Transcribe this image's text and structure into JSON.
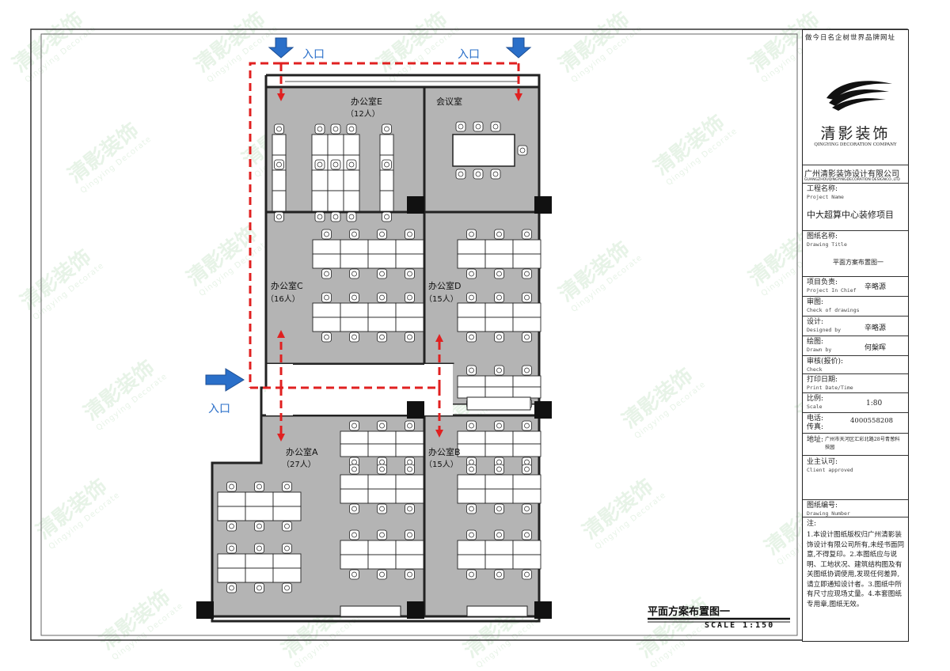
{
  "floorplan": {
    "entrances": [
      "入口",
      "入口",
      "入口"
    ],
    "rooms": {
      "office_e": {
        "name": "办公室E",
        "capacity": "（12人）"
      },
      "meeting": {
        "name": "会议室"
      },
      "office_c": {
        "name": "办公室C",
        "capacity": "（16人）"
      },
      "office_d": {
        "name": "办公室D",
        "capacity": "（15人）"
      },
      "office_a": {
        "name": "办公室A",
        "capacity": "（27人）"
      },
      "office_b": {
        "name": "办公室B",
        "capacity": "（15人）"
      }
    },
    "caption": {
      "title": "平面方案布置图一",
      "scale": "SCALE 1:150"
    },
    "colors": {
      "room_fill": "#b4b4b4",
      "evac_route": "#e02020",
      "entrance_arrow": "#2a6fc9",
      "entrance_text": "#2a6fc9"
    }
  },
  "titleblock": {
    "slogan": "做今日名企树世界品牌网址",
    "brand_name": "清影装饰",
    "brand_en": "QINGYING DECORATION COMPANY",
    "company_cn": "广州清影装饰设计有限公司",
    "company_en": "GUANGZHOUQINGYINGDECORATION DESIGNCO.,LTD",
    "project_name_label": "工程名称:",
    "project_name_en": "Project Name",
    "project_name": "中大超算中心装修项目",
    "drawing_title_label": "图纸名称:",
    "drawing_title_en": "Drawing Title",
    "drawing_title": "平面方案布置图一",
    "chief_label": "项目负责:",
    "chief_en": "Project In Chief",
    "chief": "辛略源",
    "check_label": "审图:",
    "check_en": "Check of drawings",
    "designed_label": "设计:",
    "designed_en": "Designed by",
    "designed": "辛略源",
    "drawn_label": "绘图:",
    "drawn_en": "Drawn by",
    "drawn": "何槃晖",
    "review_label": "审核(报价):",
    "review_en": "Check",
    "print_label": "打印日期:",
    "print_en": "Print Date/Time",
    "scale_label": "比例:",
    "scale_en": "Scale",
    "scale": "1:80",
    "phone_label": "电话:",
    "fax_label": "传真:",
    "phone": "4000558208",
    "address_label": "地址:",
    "address": "广州市天河区汇彩北路28号青葱科技园",
    "client_label": "业主认可:",
    "client_en": "Client approved",
    "drawing_no_label": "图纸编号:",
    "drawing_no_en": "Drawing Number",
    "notes_label": "注:",
    "notes": "1.本设计图纸版权归广州清影装饰设计有限公司所有,未经书面同意,不得复印。2.本图纸应与说明、工地状况、建筑结构图及有关图纸协调使用,发现任何差异,请立即通知设计者。3.图纸中所有尺寸应现场丈量。4.本套图纸专用章,图纸无效。"
  },
  "watermark": {
    "text": "清影装饰",
    "text_en": "Qingying Decorate"
  }
}
